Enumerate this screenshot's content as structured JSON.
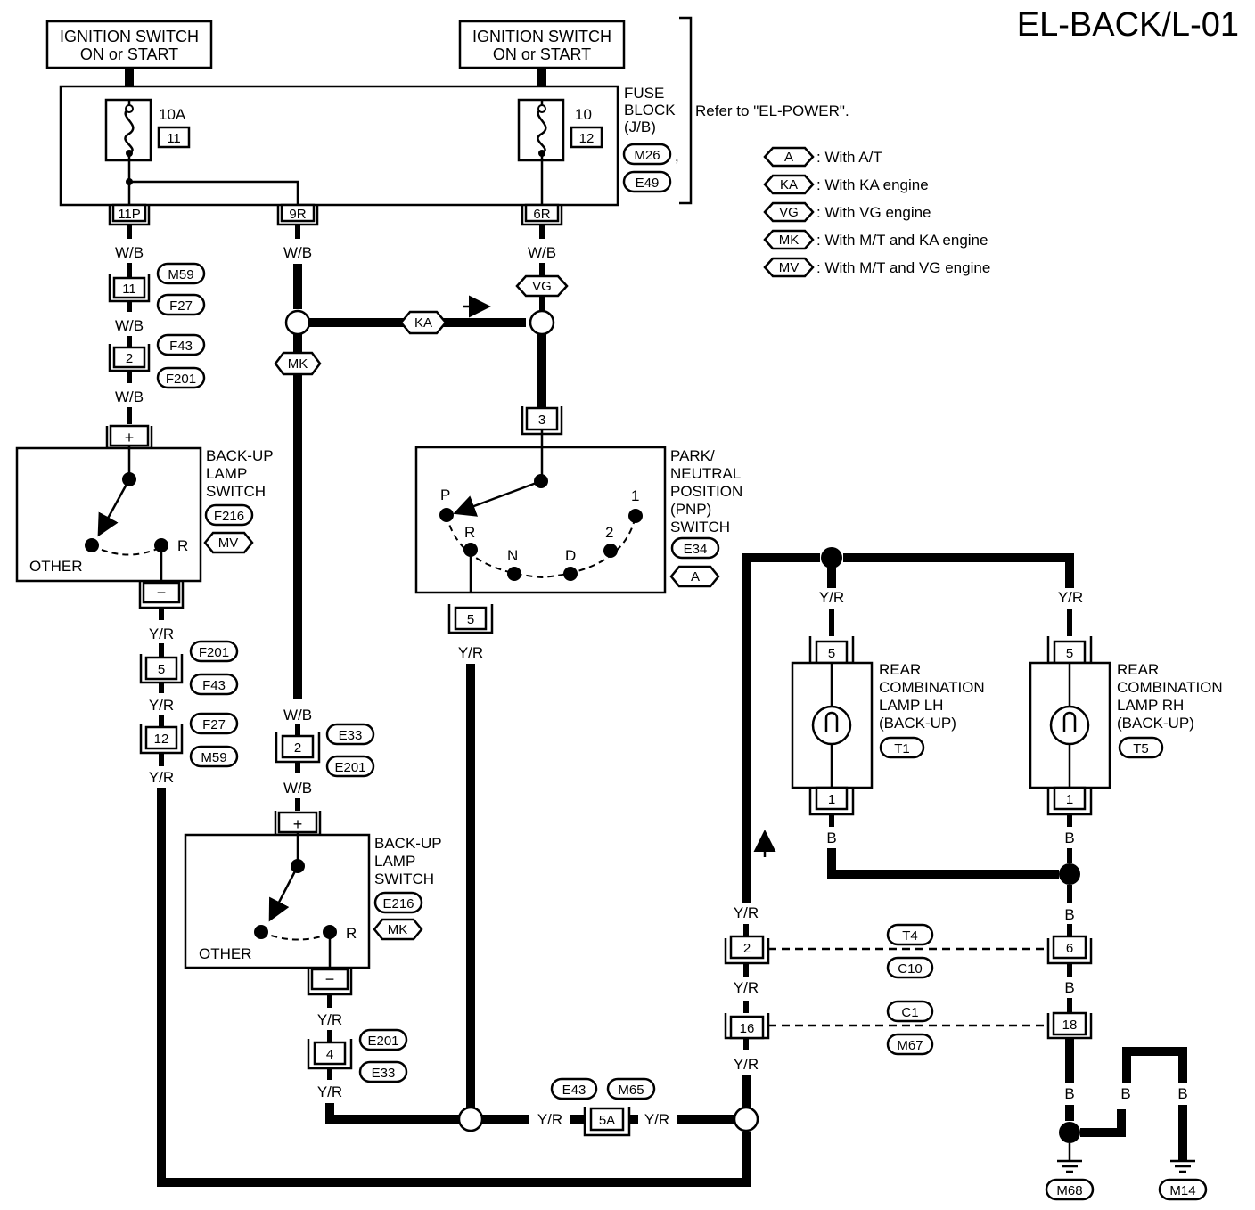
{
  "title": "EL-BACK/L-01",
  "ignition_left": {
    "line1": "IGNITION SWITCH",
    "line2": "ON or START"
  },
  "ignition_right": {
    "line1": "IGNITION SWITCH",
    "line2": "ON or START"
  },
  "fuse_block": {
    "label": [
      "FUSE",
      "BLOCK",
      "(J/B)"
    ],
    "refer": "Refer to \"EL-POWER\".",
    "connectors": [
      "M26",
      "E49"
    ],
    "fuse_left": {
      "rating": "10A",
      "number": "11"
    },
    "fuse_right": {
      "rating": "10",
      "number": "12"
    },
    "terminals": [
      "11P",
      "9R",
      "6R"
    ],
    "comma": ","
  },
  "legend": [
    {
      "code": "A",
      "text": ": With A/T"
    },
    {
      "code": "KA",
      "text": ": With KA engine"
    },
    {
      "code": "VG",
      "text": ": With VG engine"
    },
    {
      "code": "MK",
      "text": ": With M/T and KA engine"
    },
    {
      "code": "MV",
      "text": ": With M/T and VG engine"
    }
  ],
  "wires": {
    "wb": "W/B",
    "yr": "Y/R",
    "b": "B"
  },
  "left_branch": {
    "conn1": {
      "pin": "11",
      "tags": [
        "M59",
        "F27"
      ]
    },
    "conn2": {
      "pin": "2",
      "tags": [
        "F43",
        "F201"
      ]
    },
    "conn3": {
      "pin": "5",
      "tags": [
        "F201",
        "F43"
      ]
    },
    "conn4": {
      "pin": "12",
      "tags": [
        "F27",
        "M59"
      ]
    }
  },
  "switch_mv": {
    "label": [
      "BACK-UP",
      "LAMP",
      "SWITCH"
    ],
    "connector": "F216",
    "option": "MV",
    "other": "OTHER",
    "r": "R",
    "plus": "+",
    "minus": "−"
  },
  "mid_branch": {
    "option": "MK",
    "conn1": {
      "pin": "2",
      "tags": [
        "E33",
        "E201"
      ]
    },
    "conn2": {
      "pin": "4",
      "tags": [
        "E201",
        "E33"
      ]
    }
  },
  "switch_mk": {
    "label": [
      "BACK-UP",
      "LAMP",
      "SWITCH"
    ],
    "connector": "E216",
    "option": "MK",
    "other": "OTHER",
    "r": "R",
    "plus": "+",
    "minus": "−"
  },
  "ka_option": "KA",
  "vg_option": "VG",
  "pnp": {
    "label": [
      "PARK/",
      "NEUTRAL",
      "POSITION",
      "(PNP)",
      "SWITCH"
    ],
    "connector": "E34",
    "option": "A",
    "in_pin": "3",
    "out_pin": "5",
    "positions": [
      "P",
      "R",
      "N",
      "D",
      "2",
      "1"
    ]
  },
  "joint": {
    "pin": "5A",
    "tags": [
      "E43",
      "M65"
    ]
  },
  "lamp_lh": {
    "label": [
      "REAR",
      "COMBINATION",
      "LAMP LH",
      "(BACK-UP)"
    ],
    "connector": "T1",
    "pin_top": "5",
    "pin_bottom": "1"
  },
  "lamp_rh": {
    "label": [
      "REAR",
      "COMBINATION",
      "LAMP RH",
      "(BACK-UP)"
    ],
    "connector": "T5",
    "pin_top": "5",
    "pin_bottom": "1"
  },
  "lower_conn1": {
    "left_pin": "2",
    "right_pin": "6",
    "tags": [
      "T4",
      "C10"
    ]
  },
  "lower_conn2": {
    "left_pin": "16",
    "right_pin": "18",
    "tags": [
      "C1",
      "M67"
    ]
  },
  "grounds": [
    "M68",
    "M14"
  ]
}
